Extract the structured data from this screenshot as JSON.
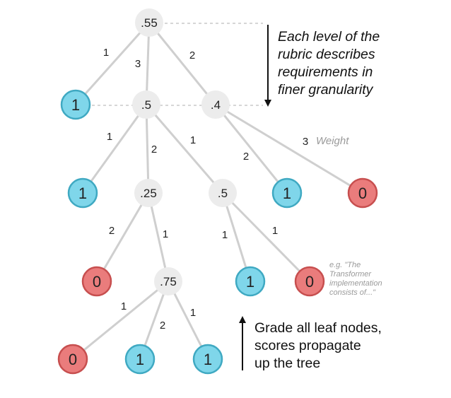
{
  "colors": {
    "internal_fill": "#ececec",
    "leaf_pass_fill": "#7fd6ea",
    "leaf_pass_stroke": "#3fa9c2",
    "leaf_fail_fill": "#ea7c7c",
    "leaf_fail_stroke": "#c74f4f",
    "edge": "#cfcfcf",
    "dashed": "#bdbdbd"
  },
  "tree": {
    "nodes": [
      {
        "id": "n0",
        "label": ".55",
        "kind": "internal"
      },
      {
        "id": "n1",
        "label": "1",
        "kind": "leaf-pass"
      },
      {
        "id": "n2",
        "label": ".5",
        "kind": "internal"
      },
      {
        "id": "n3",
        "label": ".4",
        "kind": "internal"
      },
      {
        "id": "n4",
        "label": "1",
        "kind": "leaf-pass"
      },
      {
        "id": "n5",
        "label": ".25",
        "kind": "internal"
      },
      {
        "id": "n6",
        "label": ".5",
        "kind": "internal"
      },
      {
        "id": "n7",
        "label": "1",
        "kind": "leaf-pass"
      },
      {
        "id": "n8",
        "label": "0",
        "kind": "leaf-fail"
      },
      {
        "id": "n9",
        "label": "0",
        "kind": "leaf-fail"
      },
      {
        "id": "n10",
        "label": ".75",
        "kind": "internal"
      },
      {
        "id": "n11",
        "label": "1",
        "kind": "leaf-pass"
      },
      {
        "id": "n12",
        "label": "0",
        "kind": "leaf-fail"
      },
      {
        "id": "n13",
        "label": "0",
        "kind": "leaf-fail"
      },
      {
        "id": "n14",
        "label": "1",
        "kind": "leaf-pass"
      },
      {
        "id": "n15",
        "label": "1",
        "kind": "leaf-pass"
      }
    ],
    "edges": [
      {
        "from": "n0",
        "to": "n1",
        "weight": "1"
      },
      {
        "from": "n0",
        "to": "n2",
        "weight": "3"
      },
      {
        "from": "n0",
        "to": "n3",
        "weight": "2"
      },
      {
        "from": "n2",
        "to": "n4",
        "weight": "1"
      },
      {
        "from": "n2",
        "to": "n5",
        "weight": "2"
      },
      {
        "from": "n2",
        "to": "n6",
        "weight": "1"
      },
      {
        "from": "n3",
        "to": "n7",
        "weight": "2"
      },
      {
        "from": "n3",
        "to": "n8",
        "weight": "3"
      },
      {
        "from": "n5",
        "to": "n9",
        "weight": "2"
      },
      {
        "from": "n5",
        "to": "n10",
        "weight": "1"
      },
      {
        "from": "n6",
        "to": "n11",
        "weight": "1"
      },
      {
        "from": "n6",
        "to": "n12",
        "weight": "1"
      },
      {
        "from": "n10",
        "to": "n13",
        "weight": "1"
      },
      {
        "from": "n10",
        "to": "n14",
        "weight": "2"
      },
      {
        "from": "n10",
        "to": "n15",
        "weight": "1"
      }
    ]
  },
  "annotations": {
    "weight_label": "Weight",
    "top_note_lines": [
      "Each level of the",
      "rubric describes",
      "requirements in",
      "finer granularity"
    ],
    "bottom_note_lines": [
      "Grade all leaf nodes,",
      "scores propagate",
      "up the tree"
    ],
    "example_lines": [
      "e.g. \"The",
      "Transformer",
      "implementation",
      "consists of...\""
    ]
  }
}
